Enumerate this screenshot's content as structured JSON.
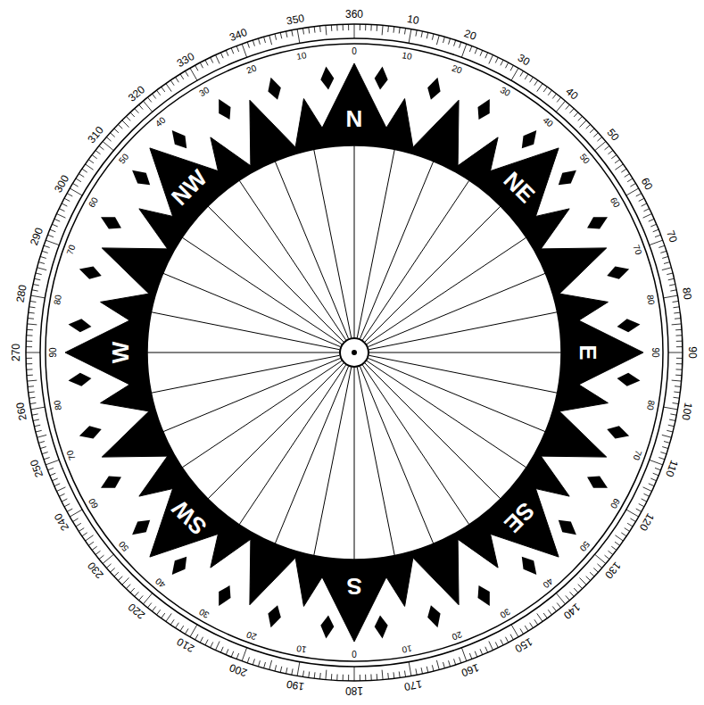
{
  "diagram": {
    "labels": [
      "360",
      "10",
      "20",
      "30",
      "40",
      "50",
      "60",
      "70",
      "80",
      "90",
      "100",
      "110",
      "120",
      "130",
      "140",
      "150",
      "160",
      "170",
      "180",
      "190",
      "200",
      "210",
      "220",
      "230",
      "240",
      "250",
      "260",
      "270",
      "280",
      "290",
      "300",
      "310",
      "320",
      "330",
      "340",
      "350",
      "0",
      "10",
      "20",
      "30",
      "40",
      "50",
      "60",
      "70",
      "80",
      "90",
      "80",
      "70",
      "60",
      "50",
      "40",
      "30",
      "20",
      "10",
      "0",
      "10",
      "20",
      "30",
      "40",
      "50",
      "60",
      "70",
      "80",
      "90",
      "80",
      "70",
      "60",
      "50",
      "40",
      "30",
      "20",
      "10",
      "N",
      "NE",
      "E",
      "SE",
      "S",
      "SW",
      "W",
      "NW"
    ]
  }
}
